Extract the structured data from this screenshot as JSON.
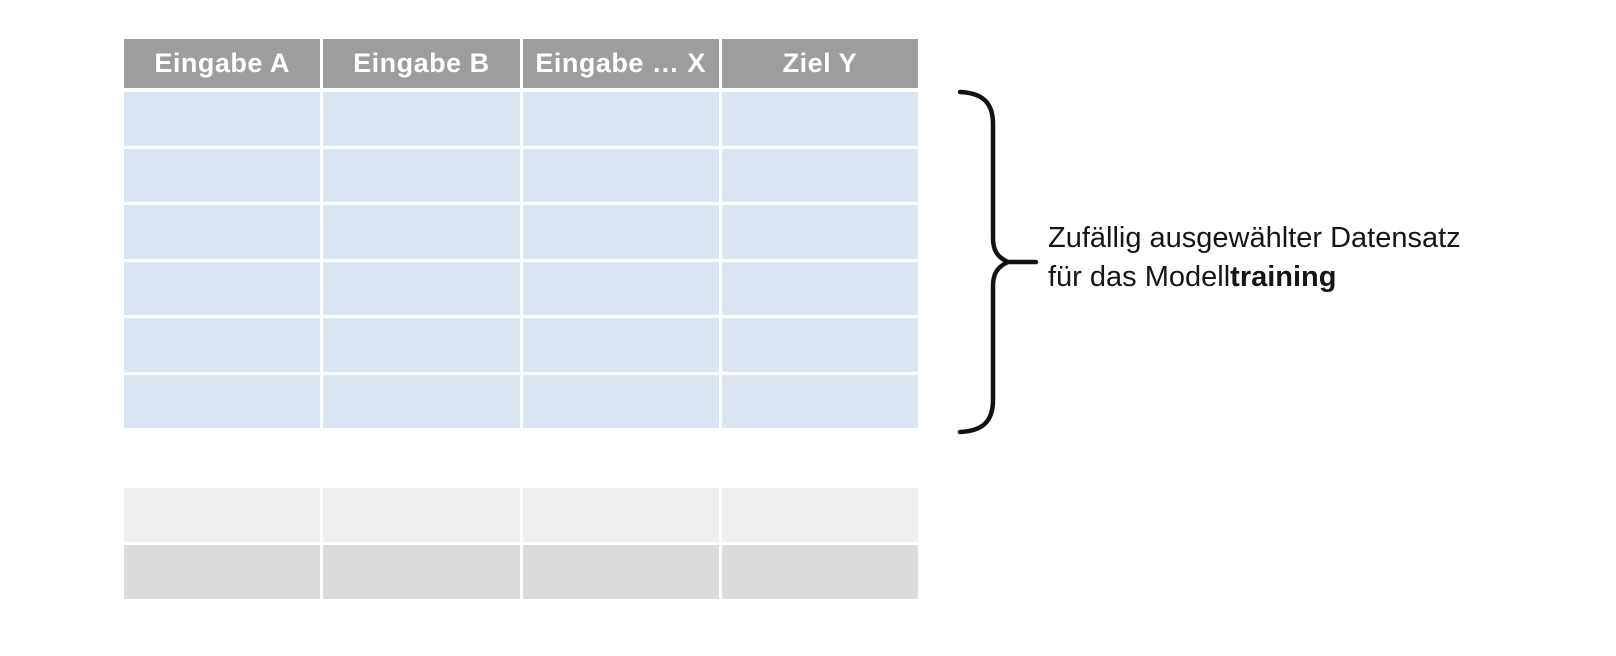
{
  "table": {
    "headers": [
      "Eingabe A",
      "Eingabe B",
      "Eingabe … X",
      "Ziel Y"
    ],
    "selected_row_count": 6,
    "remaining_row_colors": [
      "#efefee",
      "#dcdcdb"
    ]
  },
  "annotation": {
    "line1": "Zufällig ausgewählter Datensatz",
    "line2_regular": "für das Modell",
    "line2_bold": "training"
  },
  "colors": {
    "header_bg": "#9d9d9d",
    "header_text": "#ffffff",
    "selected_row_bg": "#dbe5f1",
    "brace": "#121212",
    "background": "#ffffff"
  }
}
